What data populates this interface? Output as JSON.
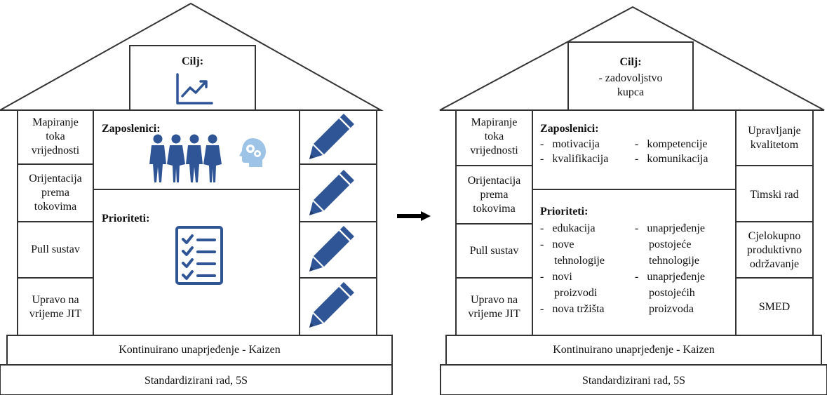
{
  "colors": {
    "icon_blue": "#2f5597",
    "gear_light": "#9dc3e6"
  },
  "left_house": {
    "roof": {
      "title": "Cilj:",
      "icon": "rising-trend-chart-icon"
    },
    "pillar_left": [
      "Mapiranje\ntoka\nvrijednosti",
      "Orijentacija\nprema\ntokovima",
      "Pull sustav",
      "Upravo na\nvrijeme JIT"
    ],
    "employees": {
      "title": "Zaposlenici:",
      "icons": [
        "people-group-icon",
        "head-gears-icon"
      ]
    },
    "priorities": {
      "title": "Prioriteti:",
      "icon": "checklist-icon"
    },
    "pillar_right_icons": [
      "pencil-icon",
      "pencil-icon",
      "pencil-icon",
      "pencil-icon"
    ],
    "foundation_top": "Kontinuirano unaprjeđenje - Kaizen",
    "foundation_bottom": "Standardizirani rad, 5S"
  },
  "arrow_icon": "right-arrow-icon",
  "right_house": {
    "roof": {
      "title": "Cilj:",
      "text": "- zadovoljstvo\nkupca"
    },
    "pillar_left": [
      "Mapiranje\ntoka\nvrijednosti",
      "Orijentacija\nprema\ntokovima",
      "Pull sustav",
      "Upravo na\nvrijeme JIT"
    ],
    "employees": {
      "title": "Zaposlenici:",
      "col1": [
        "-   motivacija",
        "-   kvalifikacija"
      ],
      "col2": [
        "-   kompetencije",
        "-   komunikacija"
      ]
    },
    "priorities": {
      "title": "Prioriteti:",
      "col1": [
        "-   edukacija",
        "-   nove",
        "     tehnologije",
        "-   novi",
        "     proizvodi",
        "-   nova tržišta"
      ],
      "col2": [
        "-   unaprjeđenje",
        "     postojeće",
        "     tehnologije",
        "-   unaprjeđenje",
        "     postojećih",
        "     proizvoda"
      ]
    },
    "pillar_right": [
      "Upravljanje\nkvalitetom",
      "Timski rad",
      "Cjelokupno\nproduktivno\nodržavanje",
      "SMED"
    ],
    "foundation_top": "Kontinuirano unaprjeđenje - Kaizen",
    "foundation_bottom": "Standardizirani rad, 5S"
  }
}
